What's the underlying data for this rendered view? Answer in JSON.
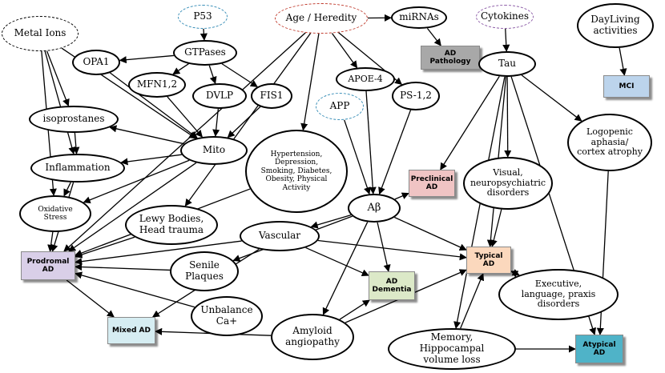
{
  "nodes": {
    "metal_ions": "Metal Ions",
    "p53": "P53",
    "age_heredity": "Age / Heredity",
    "mirnas": "miRNAs",
    "cytokines": "Cytokines",
    "dayliving": "DayLiving activities",
    "ad_pathology": "AD Pathology",
    "mci": "MCI",
    "opa1": "OPA1",
    "gtpases": "GTPases",
    "mfn12": "MFN1,2",
    "dvlp": "DVLP",
    "fis1": "FIS1",
    "apoe4": "APOE-4",
    "ps12": "PS-1,2",
    "tau": "Tau",
    "app": "APP",
    "isoprostanes": "isoprostanes",
    "mito": "Mito",
    "inflammation": "Inflammation",
    "oxidative_stress": "Oxidative Stress",
    "hypertension": "Hypertension, Depression, Smoking, Diabetes, Obesity, Physical Activity",
    "logopenic": "Logopenic aphasia/ cortex atrophy",
    "preclinical_ad": "Preclinical AD",
    "visual": "Visual, neuropsychiatric disorders",
    "lewy": "Lewy Bodies, Head trauma",
    "abeta": "Aβ",
    "vascular": "Vascular",
    "prodromal_ad": "Prodromal AD",
    "typical_ad": "Typical AD",
    "senile": "Senile Plaques",
    "ad_dementia": "AD Dementia",
    "executive": "Executive, language, praxis disorders",
    "unbalance": "Unbalance Ca+",
    "mixed_ad": "Mixed AD",
    "amyloid": "Amyloid angiopathy",
    "memory": "Memory, Hippocampal volume loss",
    "atypical_ad": "Atypical AD"
  },
  "colors": {
    "preclinical_fill": "#f0c4c4",
    "prodromal_fill": "#d9cfe8",
    "dementia_fill": "#dce9c8",
    "typical_fill": "#fbd8bd",
    "mixed_fill": "#d6edf2",
    "atypical_fill": "#4fb3c8",
    "ad_pathology_fill": "#a8a8a8",
    "mci_fill": "#bcd4ec",
    "edge_color": "#000000"
  }
}
